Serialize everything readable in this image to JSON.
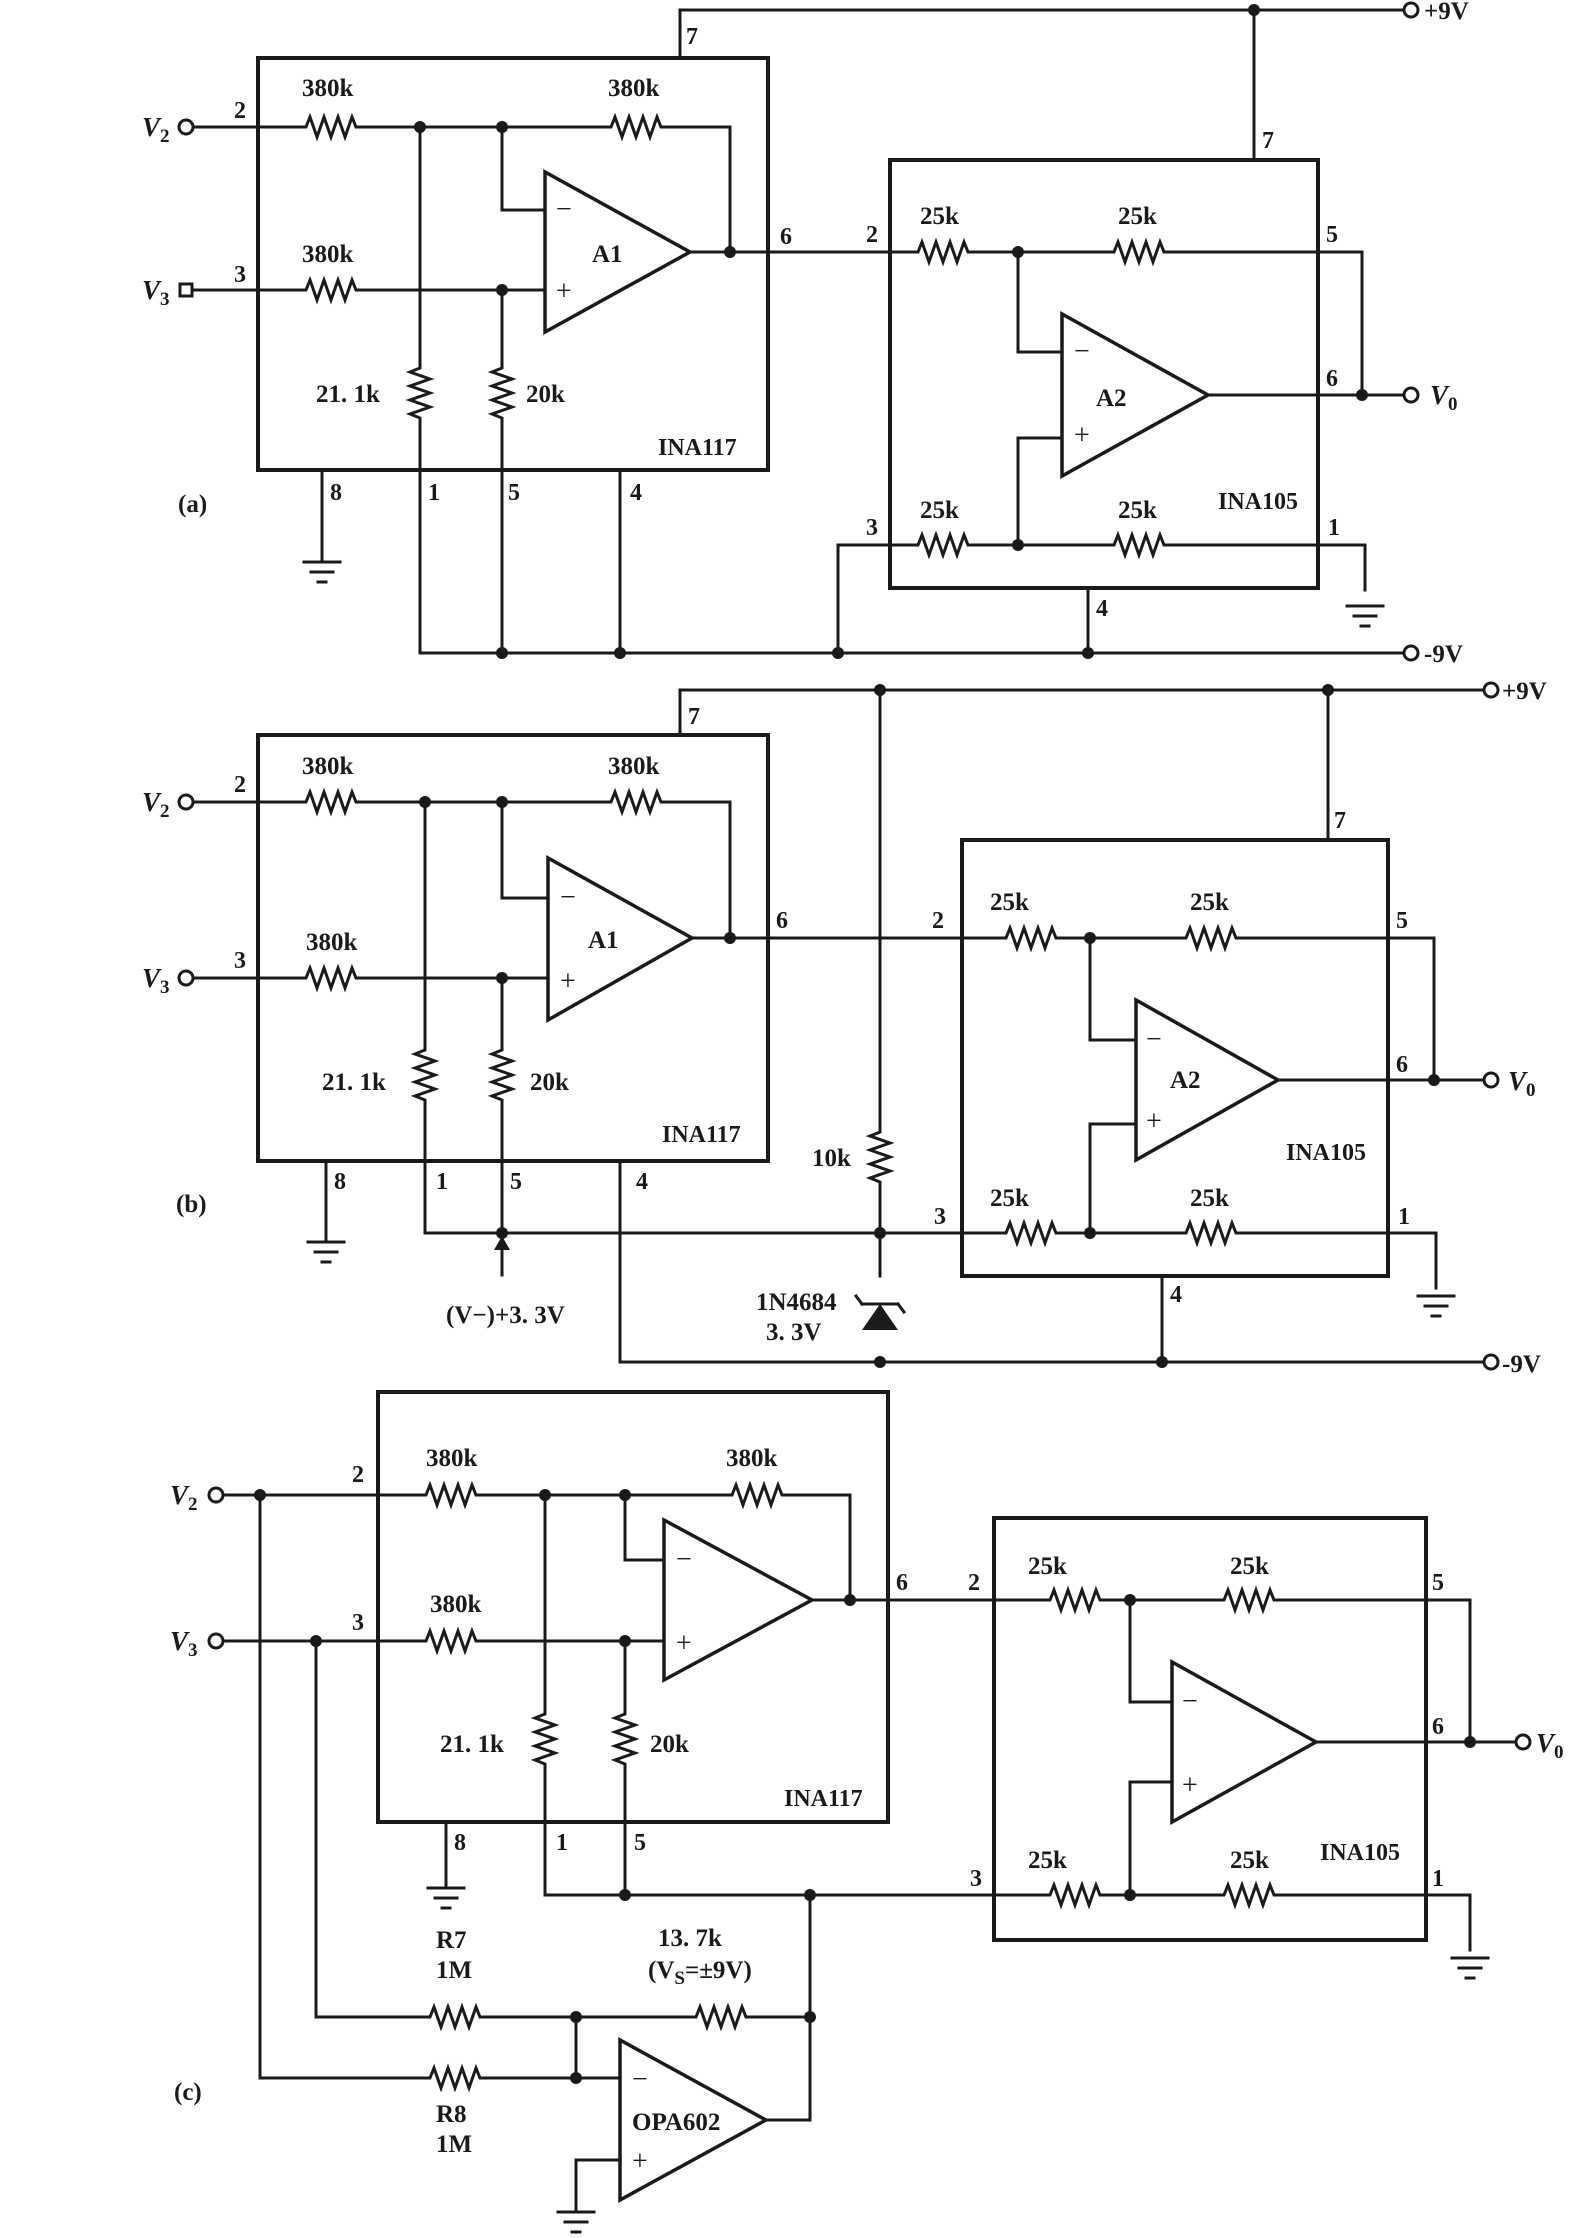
{
  "circuits": {
    "a": {
      "label": "(a)",
      "ina117": {
        "name": "INA117",
        "r_in_neg": "380k",
        "r_fb": "380k",
        "r_in_pos": "380k",
        "r_pin1": "21. 1k",
        "r_pin5": "20k",
        "amp": "A1",
        "pins": {
          "p7": "7",
          "p2": "2",
          "p3": "3",
          "p6": "6",
          "p8": "8",
          "p1": "1",
          "p5": "5",
          "p4": "4"
        }
      },
      "ina105": {
        "name": "INA105",
        "r_in_neg": "25k",
        "r_fb": "25k",
        "r_in_pos": "25k",
        "r_ref": "25k",
        "amp": "A2",
        "pins": {
          "p7": "7",
          "p2": "2",
          "p5": "5",
          "p6": "6",
          "p3": "3",
          "p1": "1",
          "p4": "4"
        }
      },
      "v2": "V",
      "v2_sub": "2",
      "v3": "V",
      "v3_sub": "3",
      "vo": "V",
      "vo_sub": "0",
      "vpos": "+9V",
      "vneg": "-9V"
    },
    "b": {
      "label": "(b)",
      "ina117": {
        "name": "INA117",
        "r_in_neg": "380k",
        "r_fb": "380k",
        "r_in_pos": "380k",
        "r_pin1": "21. 1k",
        "r_pin5": "20k",
        "amp": "A1",
        "pins": {
          "p7": "7",
          "p2": "2",
          "p3": "3",
          "p6": "6",
          "p8": "8",
          "p1": "1",
          "p5": "5",
          "p4": "4"
        }
      },
      "ina105": {
        "name": "INA105",
        "r_in_neg": "25k",
        "r_fb": "25k",
        "r_in_pos": "25k",
        "r_ref": "25k",
        "amp": "A2",
        "pins": {
          "p7": "7",
          "p2": "2",
          "p5": "5",
          "p6": "6",
          "p3": "3",
          "p1": "1",
          "p4": "4"
        }
      },
      "v2": "V",
      "v2_sub": "2",
      "v3": "V",
      "v3_sub": "3",
      "vo": "V",
      "vo_sub": "0",
      "vpos": "+9V",
      "vneg": "-9V",
      "r_bias": "10k",
      "zener_part": "1N4684",
      "zener_volt": "3. 3V",
      "ref_note": "(V−)+3. 3V"
    },
    "c": {
      "label": "(c)",
      "ina117": {
        "name": "INA117",
        "r_in_neg": "380k",
        "r_fb": "380k",
        "r_in_pos": "380k",
        "r_pin1": "21. 1k",
        "r_pin5": "20k",
        "pins": {
          "p2": "2",
          "p3": "3",
          "p6": "6",
          "p8": "8",
          "p1": "1",
          "p5": "5"
        }
      },
      "ina105": {
        "name": "INA105",
        "r_in_neg": "25k",
        "r_fb": "25k",
        "r_in_pos": "25k",
        "r_ref": "25k",
        "pins": {
          "p2": "2",
          "p5": "5",
          "p6": "6",
          "p3": "3",
          "p1": "1"
        }
      },
      "v2": "V",
      "v2_sub": "2",
      "v3": "V",
      "v3_sub": "3",
      "vo": "V",
      "vo_sub": "0",
      "r7_name": "R7",
      "r7_val": "1M",
      "r8_name": "R8",
      "r8_val": "1M",
      "rf_val": "13. 7k",
      "rf_note_pre": "(V",
      "rf_note_sub": "S",
      "rf_note_post": "=±9V)",
      "opamp": "OPA602"
    }
  }
}
